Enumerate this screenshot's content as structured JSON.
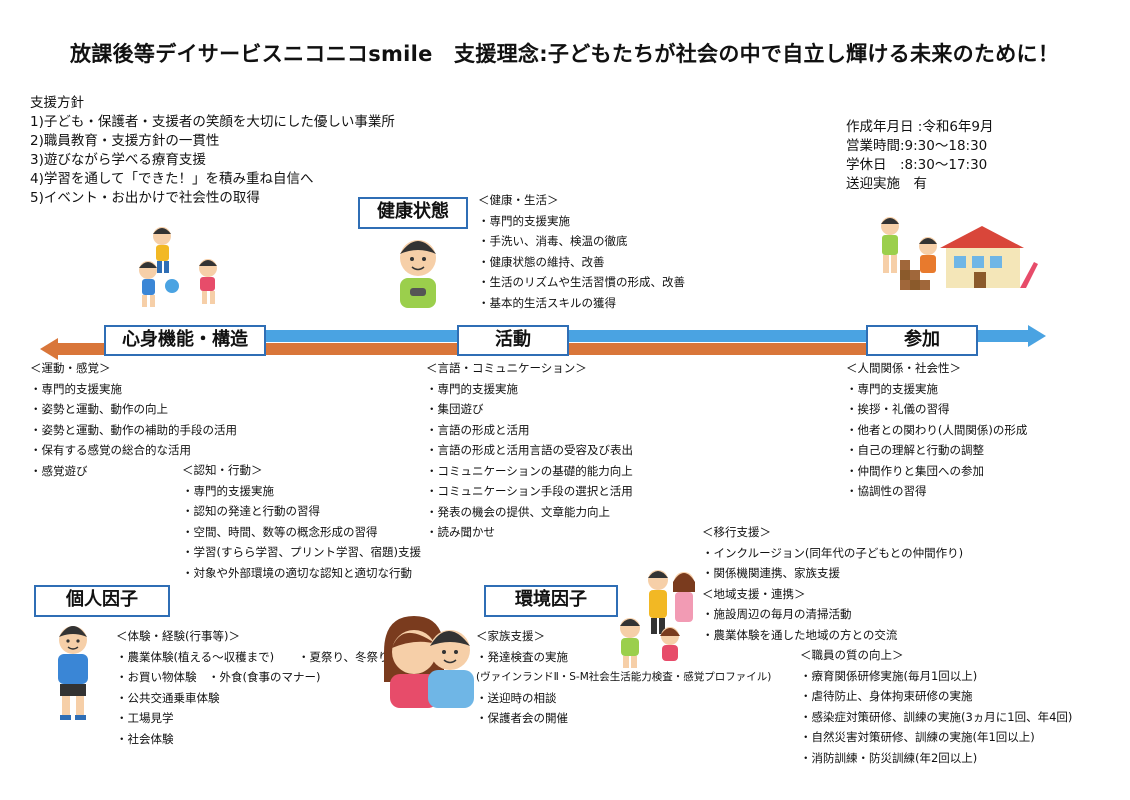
{
  "title": "放課後等デイサービスニコニコsmile　支援理念:子どもたちが社会の中で自立し輝ける未来のために！",
  "policy": {
    "heading": "支援方針",
    "items": [
      "1)子ども・保護者・支援者の笑顔を大切にした優しい事業所",
      "2)職員教育・支援方針の一貫性",
      "3)遊びながら学べる療育支援",
      "4)学習を通して「できた！」を積み重ね自信へ",
      "5)イベント・お出かけで社会性の取得"
    ]
  },
  "info": {
    "created": "作成年月日 :令和6年9月",
    "hours": "営業時間:9:30〜18:30",
    "holiday": "学休日　:8:30〜17:30",
    "transport": "送迎実施　有"
  },
  "boxes": {
    "health": "健康状態",
    "body": "心身機能・構造",
    "activity": "活動",
    "participation": "参加",
    "personal": "個人因子",
    "environment": "環境因子"
  },
  "colors": {
    "blue_bar": "#4aa3e2",
    "orange_bar": "#d9763a",
    "box_border": "#2f6eb5"
  },
  "health": {
    "heading": "＜健康・生活＞",
    "items": [
      "・専門的支援実施",
      "・手洗い、消毒、検温の徹底",
      "・健康状態の維持、改善",
      "・生活のリズムや生活習慣の形成、改善",
      "・基本的生活スキルの獲得"
    ]
  },
  "motor": {
    "heading": "＜運動・感覚＞",
    "items": [
      "・専門的支援実施",
      "・姿勢と運動、動作の向上",
      "・姿勢と運動、動作の補助的手段の活用",
      "・保有する感覚の総合的な活用",
      "・感覚遊び"
    ]
  },
  "cognition": {
    "heading": "＜認知・行動＞",
    "items": [
      "・専門的支援実施",
      "・認知の発達と行動の習得",
      "・空間、時間、数等の概念形成の習得",
      "・学習(すらら学習、プリント学習、宿題)支援",
      "・対象や外部環境の適切な認知と適切な行動"
    ]
  },
  "language": {
    "heading": "＜言語・コミュニケーション＞",
    "items": [
      "・専門的支援実施",
      "・集団遊び",
      "・言語の形成と活用",
      "・言語の形成と活用言語の受容及び表出",
      "・コミュニケーションの基礎的能力向上",
      "・コミュニケーション手段の選択と活用",
      "・発表の機会の提供、文章能力向上",
      "・読み聞かせ"
    ]
  },
  "social": {
    "heading": "＜人間関係・社会性＞",
    "items": [
      "・専門的支援実施",
      "・挨拶・礼儀の習得",
      "・他者との関わり(人間関係)の形成",
      "・自己の理解と行動の調整",
      "・仲間作りと集団への参加",
      "・協調性の習得"
    ]
  },
  "transition": {
    "heading": "＜移行支援＞",
    "items": [
      "・インクルージョン(同年代の子どもとの仲間作り)",
      "・関係機関連携、家族支援"
    ]
  },
  "community": {
    "heading": "＜地域支援・連携＞",
    "items": [
      "・施設周辺の毎月の清掃活動",
      "・農業体験を通した地域の方との交流"
    ]
  },
  "staff": {
    "heading": "＜職員の質の向上＞",
    "items": [
      "・療育関係研修実施(毎月1回以上)",
      "・虐待防止、身体拘束研修の実施",
      "・感染症対策研修、訓練の実施(3ヵ月に1回、年4回)",
      "・自然災害対策研修、訓練の実施(年1回以上)",
      "・消防訓練・防災訓練(年2回以上)"
    ]
  },
  "experience": {
    "heading": "＜体験・経験(行事等)＞",
    "items": [
      "・農業体験(植える〜収穫まで)",
      "・お買い物体験　・外食(食事のマナー)",
      "・公共交通乗車体験",
      "・工場見学",
      "・社会体験"
    ],
    "extra": "・夏祭り、冬祭り"
  },
  "family": {
    "heading": "＜家族支援＞",
    "items": [
      "・発達検査の実施",
      "(ヴァインランドⅡ・S-M社会生活能力検査・感覚プロファイル)",
      "・送迎時の相談",
      "・保護者会の開催"
    ]
  },
  "icons": {
    "kids_playing": "kids-playing-ball-icon",
    "boy_healthy": "boy-health-icon",
    "kids_building": "kids-building-blocks-icon",
    "boy_standing": "boy-standing-icon",
    "parents": "parents-couple-icon",
    "family": "family-group-icon"
  }
}
